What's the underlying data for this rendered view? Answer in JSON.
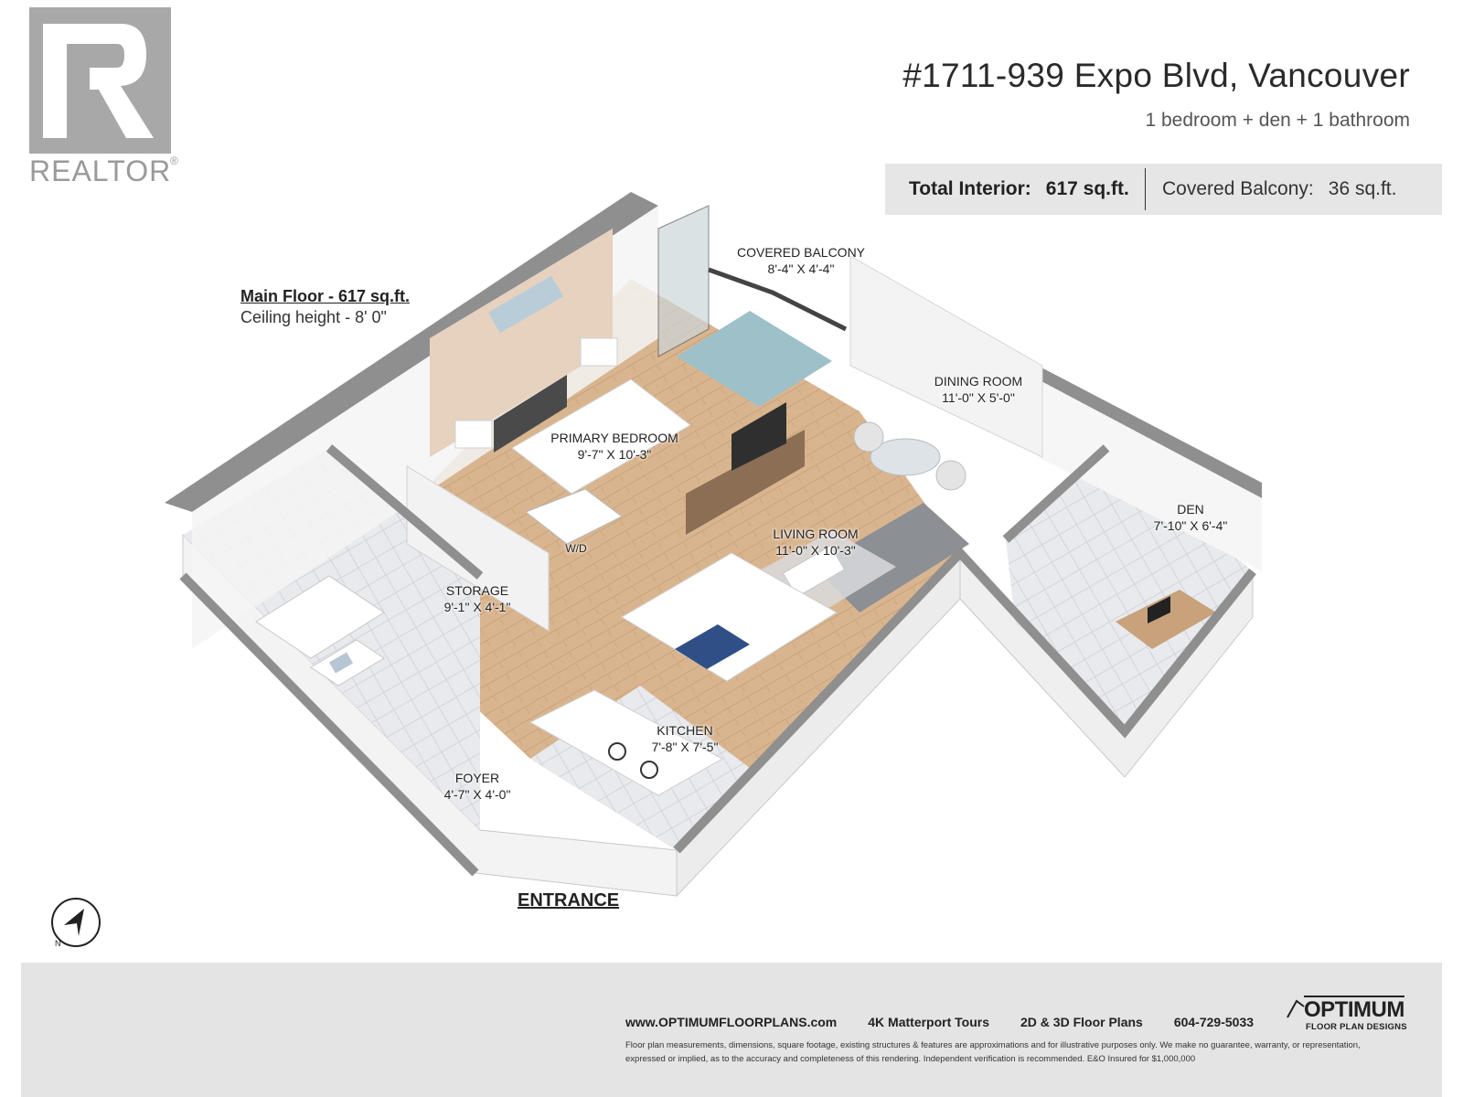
{
  "logo": {
    "letter": "R",
    "wordmark": "REALTOR",
    "mark": "®"
  },
  "header": {
    "title": "#1711-939 Expo Blvd, Vancouver",
    "subtitle": "1 bedroom + den + 1 bathroom"
  },
  "area": {
    "total_label": "Total Interior:",
    "total_value": "617 sq.ft.",
    "balcony_label": "Covered Balcony:",
    "balcony_value": "36 sq.ft."
  },
  "floor": {
    "title": "Main Floor - 617 sq.ft.",
    "ceiling": "Ceiling height - 8' 0\""
  },
  "rooms": [
    {
      "name": "COVERED BALCONY",
      "size": "8'-4\" X 4'-4\""
    },
    {
      "name": "DINING ROOM",
      "size": "11'-0\" X 5'-0\""
    },
    {
      "name": "PRIMARY BEDROOM",
      "size": "9'-7\" X 10'-3\""
    },
    {
      "name": "DEN",
      "size": "7'-10\" X 6'-4\""
    },
    {
      "name": "LIVING ROOM",
      "size": "11'-0\" X 10'-3\""
    },
    {
      "name": "STORAGE",
      "size": "9'-1\" X 4'-1\""
    },
    {
      "name": "KITCHEN",
      "size": "7'-8\" X 7'-5\""
    },
    {
      "name": "FOYER",
      "size": "4'-7\" X 4'-0\""
    }
  ],
  "wd_label": "W/D",
  "entrance": "ENTRANCE",
  "footer": {
    "website": "www.OPTIMUMFLOORPLANS.com",
    "tours": "4K Matterport Tours",
    "plans": "2D & 3D Floor Plans",
    "phone": "604-729-5033",
    "disclaimer": "Floor plan measurements, dimensions, square footage, existing structures & features are approximations and for illustrative purposes only. We make no guarantee, warranty, or representation, expressed or implied, as to the accuracy and completeness of this rendering. Independent verification is recommended. E&O Insured for $1,000,000",
    "brand": "OPTIMUM",
    "brand_sub": "FLOOR PLAN DESIGNS"
  },
  "colors": {
    "wall": "#8f8f8f",
    "wall_face": "#f1f1f1",
    "floor_wood": "#d8b48d",
    "tile": "#e7e9ec",
    "footer_bg": "#e4e4e4",
    "logo_gray": "#a8a8a8"
  }
}
